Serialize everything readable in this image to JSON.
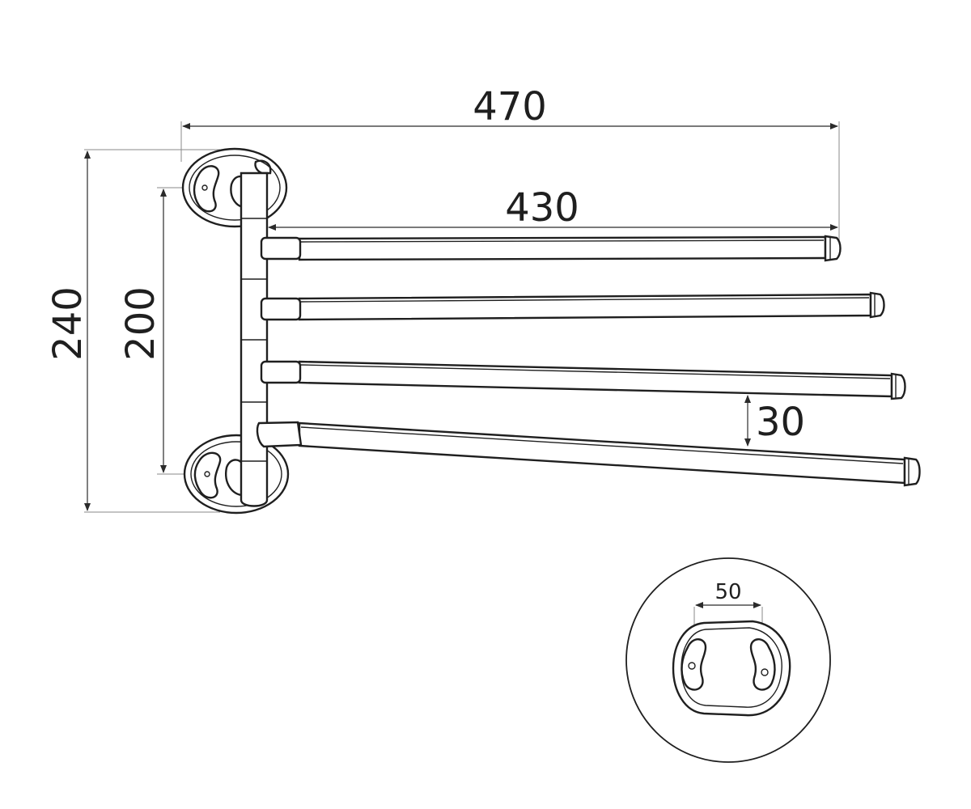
{
  "dimensions": {
    "overall_width": "470",
    "bar_length": "430",
    "overall_height": "240",
    "mount_spacing": "200",
    "bar_spacing": "30",
    "mount_hole_spacing": "50"
  },
  "colors": {
    "line": "#1f1f1f",
    "extension_line": "#8a8a8a",
    "background": "#ffffff"
  }
}
